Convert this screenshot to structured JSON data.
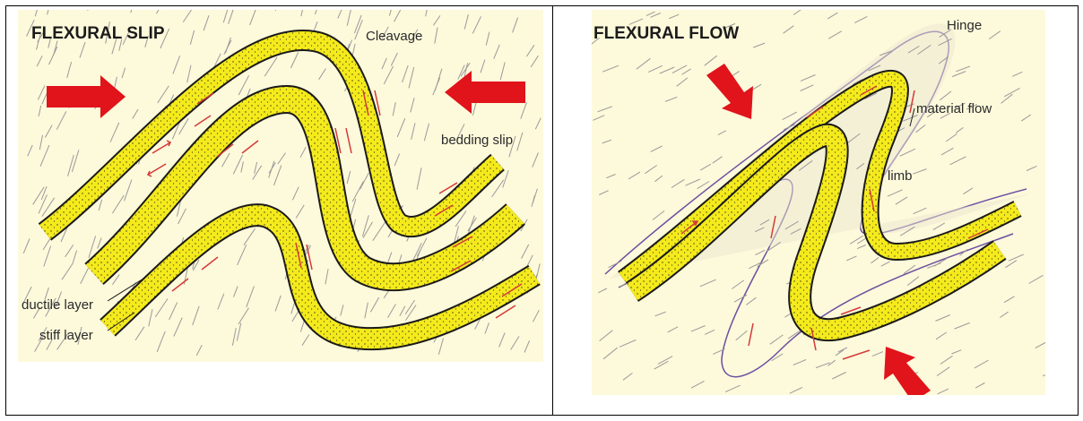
{
  "colors": {
    "background": "#fdf9db",
    "layer_fill": "#f4ea1c",
    "layer_stroke": "#1a1a1a",
    "cleavage": "#9a9a9a",
    "slip_arrows": "#d43a3a",
    "stress_arrows": "#e0141a",
    "envelope": "#6c4fa0"
  },
  "left_panel": {
    "title": "FLEXURAL SLIP",
    "labels": {
      "cleavage": "Cleavage",
      "bedding_slip": "bedding slip",
      "ductile_layer": "ductile layer",
      "stiff_layer": "stiff layer"
    },
    "icons": [
      "arrow-right-icon",
      "arrow-left-icon"
    ]
  },
  "right_panel": {
    "title": "FLEXURAL FLOW",
    "labels": {
      "hinge": "Hinge",
      "material_flow": "material flow",
      "limb": "limb"
    },
    "icons": [
      "arrow-down-right-icon",
      "arrow-up-left-icon"
    ]
  }
}
